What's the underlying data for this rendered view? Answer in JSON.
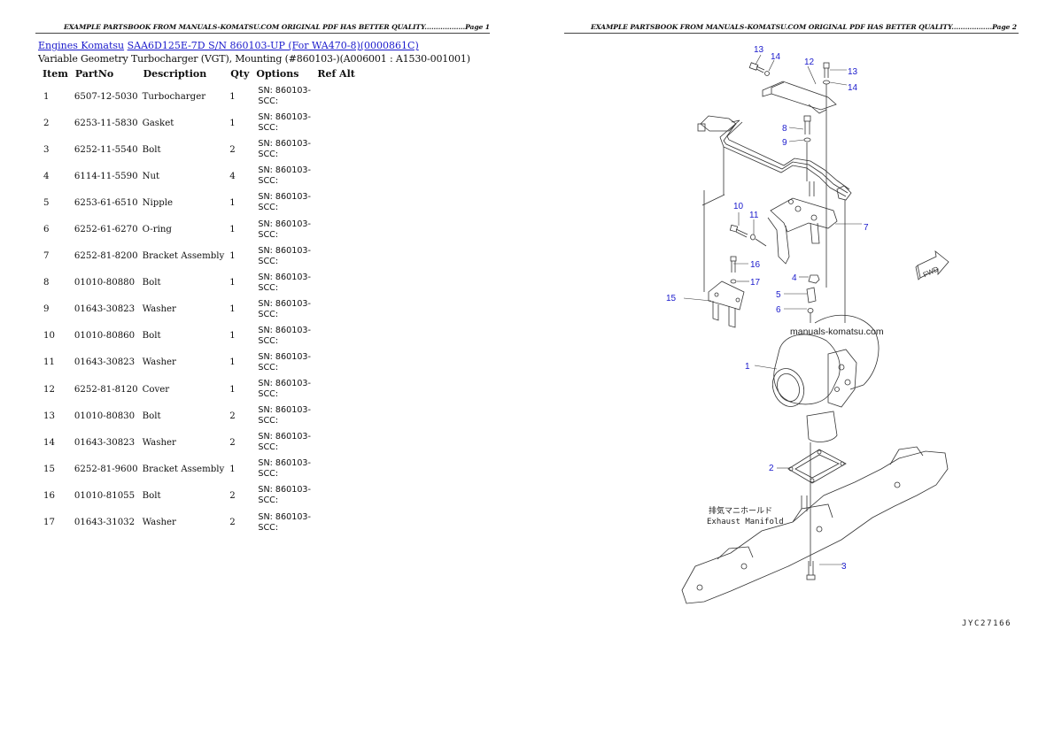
{
  "pages": [
    {
      "header": "EXAMPLE PARTSBOOK FROM MANUALS-KOMATSU.COM ORIGINAL PDF HAS BETTER QUALITY..................Page 1"
    },
    {
      "header": "EXAMPLE PARTSBOOK FROM MANUALS-KOMATSU.COM ORIGINAL PDF HAS BETTER QUALITY..................Page 2"
    }
  ],
  "breadcrumb": {
    "link1": "Engines Komatsu",
    "link2": "SAA6D125E-7D S/N 860103-UP (For WA470-8)(0000861C)"
  },
  "subtitle": "Variable Geometry Turbocharger (VGT), Mounting (#860103-)(A006001 : A1530-001001)",
  "table": {
    "headers": [
      "Item",
      "PartNo",
      "Description",
      "Qty",
      "Options",
      "Ref Alt"
    ],
    "rows": [
      {
        "item": "1",
        "partno": "6507-12-5030",
        "desc": "Turbocharger",
        "qty": "1",
        "opt1": "SN: 860103-",
        "opt2": "SCC:"
      },
      {
        "item": "2",
        "partno": "6253-11-5830",
        "desc": "Gasket",
        "qty": "1",
        "opt1": "SN: 860103-",
        "opt2": "SCC:"
      },
      {
        "item": "3",
        "partno": "6252-11-5540",
        "desc": "Bolt",
        "qty": "2",
        "opt1": "SN: 860103-",
        "opt2": "SCC:"
      },
      {
        "item": "4",
        "partno": "6114-11-5590",
        "desc": "Nut",
        "qty": "4",
        "opt1": "SN: 860103-",
        "opt2": "SCC:"
      },
      {
        "item": "5",
        "partno": "6253-61-6510",
        "desc": "Nipple",
        "qty": "1",
        "opt1": "SN: 860103-",
        "opt2": "SCC:"
      },
      {
        "item": "6",
        "partno": "6252-61-6270",
        "desc": "O-ring",
        "qty": "1",
        "opt1": "SN: 860103-",
        "opt2": "SCC:"
      },
      {
        "item": "7",
        "partno": "6252-81-8200",
        "desc": "Bracket Assembly",
        "qty": "1",
        "opt1": "SN: 860103-",
        "opt2": "SCC:"
      },
      {
        "item": "8",
        "partno": "01010-80880",
        "desc": "Bolt",
        "qty": "1",
        "opt1": "SN: 860103-",
        "opt2": "SCC:"
      },
      {
        "item": "9",
        "partno": "01643-30823",
        "desc": "Washer",
        "qty": "1",
        "opt1": "SN: 860103-",
        "opt2": "SCC:"
      },
      {
        "item": "10",
        "partno": "01010-80860",
        "desc": "Bolt",
        "qty": "1",
        "opt1": "SN: 860103-",
        "opt2": "SCC:"
      },
      {
        "item": "11",
        "partno": "01643-30823",
        "desc": "Washer",
        "qty": "1",
        "opt1": "SN: 860103-",
        "opt2": "SCC:"
      },
      {
        "item": "12",
        "partno": "6252-81-8120",
        "desc": "Cover",
        "qty": "1",
        "opt1": "SN: 860103-",
        "opt2": "SCC:"
      },
      {
        "item": "13",
        "partno": "01010-80830",
        "desc": "Bolt",
        "qty": "2",
        "opt1": "SN: 860103-",
        "opt2": "SCC:"
      },
      {
        "item": "14",
        "partno": "01643-30823",
        "desc": "Washer",
        "qty": "2",
        "opt1": "SN: 860103-",
        "opt2": "SCC:"
      },
      {
        "item": "15",
        "partno": "6252-81-9600",
        "desc": "Bracket Assembly",
        "qty": "1",
        "opt1": "SN: 860103-",
        "opt2": "SCC:"
      },
      {
        "item": "16",
        "partno": "01010-81055",
        "desc": "Bolt",
        "qty": "2",
        "opt1": "SN: 860103-",
        "opt2": "SCC:"
      },
      {
        "item": "17",
        "partno": "01643-31032",
        "desc": "Washer",
        "qty": "2",
        "opt1": "SN: 860103-",
        "opt2": "SCC:"
      }
    ]
  },
  "diagram": {
    "callouts": [
      "1",
      "2",
      "3",
      "4",
      "5",
      "6",
      "7",
      "8",
      "9",
      "10",
      "11",
      "12",
      "13",
      "13",
      "14",
      "14",
      "15",
      "16",
      "17"
    ],
    "watermark": "manuals-komatsu.com",
    "label_jp": "排気マニホールド",
    "label_en": "Exhaust Manifold",
    "fwd_label": "FWD",
    "drawing_code": "JYC27166",
    "callout_color": "#1a1acc",
    "link_color": "#1a1acc"
  }
}
